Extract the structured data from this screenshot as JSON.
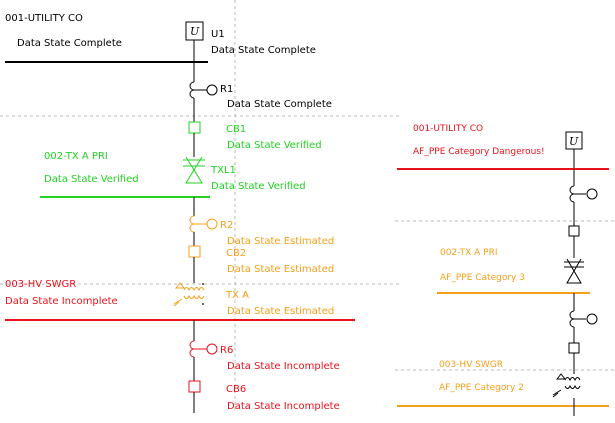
{
  "colors": {
    "black": "#000000",
    "green": "#22d322",
    "orange": "#f5a01a",
    "red": "#e8121c",
    "dash_gray": "#bbbbbb"
  },
  "left_diagram": {
    "utility": {
      "name": "001-UTILITY CO",
      "status": "Data State Complete"
    },
    "u1": {
      "symbol": "U",
      "id": "U1",
      "status": "Data State Complete"
    },
    "r1": {
      "id": "R1",
      "status": "Data State Complete"
    },
    "cb1": {
      "id": "CB1",
      "status": "Data State Verified"
    },
    "txl1": {
      "id": "TXL1",
      "status": "Data State Verified"
    },
    "tx_a_pri": {
      "name": "002-TX A PRI",
      "status": "Data State Verified"
    },
    "r2": {
      "id": "R2",
      "status": "Data State Estimated"
    },
    "cb2": {
      "id": "CB2",
      "status": "Data State Estimated"
    },
    "tx_a": {
      "id": "TX A",
      "status": "Data State Estimated"
    },
    "hv_swgr": {
      "name": "003-HV SWGR",
      "status": "Data State Incomplete"
    },
    "r6": {
      "id": "R6",
      "status": "Data State Incomplete"
    },
    "cb6": {
      "id": "CB6",
      "status": "Data State Incomplete"
    }
  },
  "right_diagram": {
    "utility": {
      "name": "001-UTILITY CO",
      "status": "AF_PPE Category Dangerous!"
    },
    "u_symbol": "U",
    "tx_a_pri": {
      "name": "002-TX A PRI",
      "status": "AF_PPE Category 3"
    },
    "hv_swgr": {
      "name": "003-HV SWGR",
      "status": "AF_PPE Category 2"
    }
  }
}
